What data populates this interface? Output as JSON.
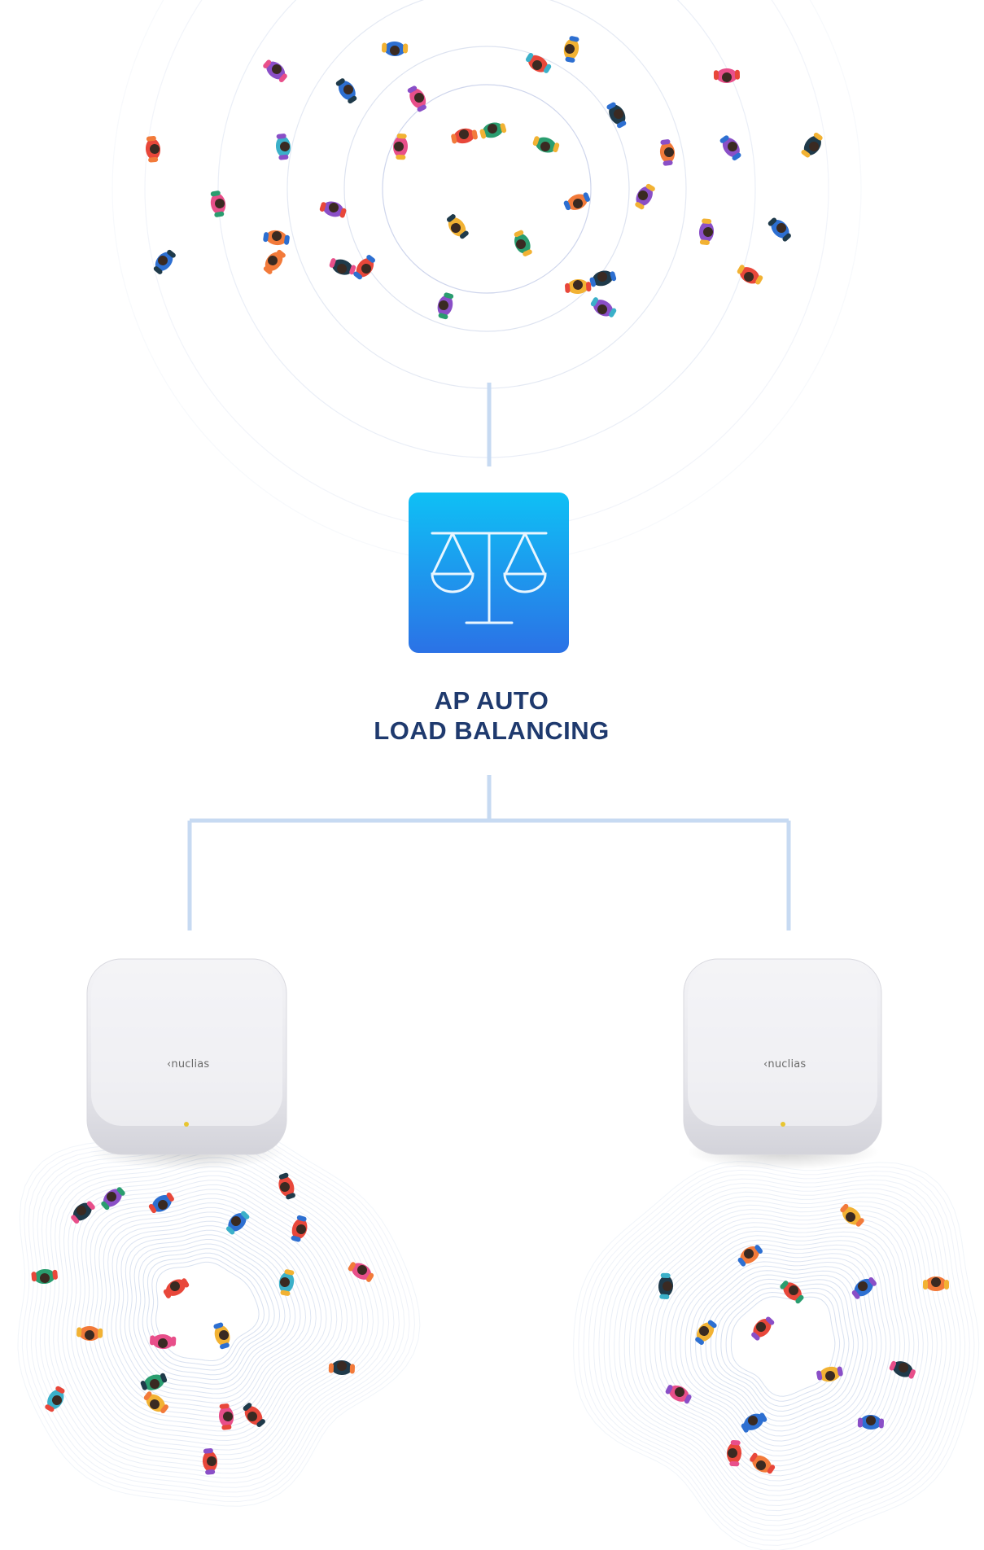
{
  "diagram": {
    "title_lines": [
      "AP AUTO",
      "LOAD BALANCING"
    ],
    "center_icon": "balance-scale-icon",
    "access_points": [
      {
        "brand": "nuclias"
      },
      {
        "brand": "nuclias"
      }
    ],
    "colors": {
      "icon_gradient_top": "#0fc0f5",
      "icon_gradient_bottom": "#2b72e6",
      "connector_line": "#c7daf2",
      "label_text": "#1f3a6e",
      "ap_body": "#e9e9ee",
      "led": "#e8c531",
      "wave_rings": "#c9d5ea"
    }
  }
}
